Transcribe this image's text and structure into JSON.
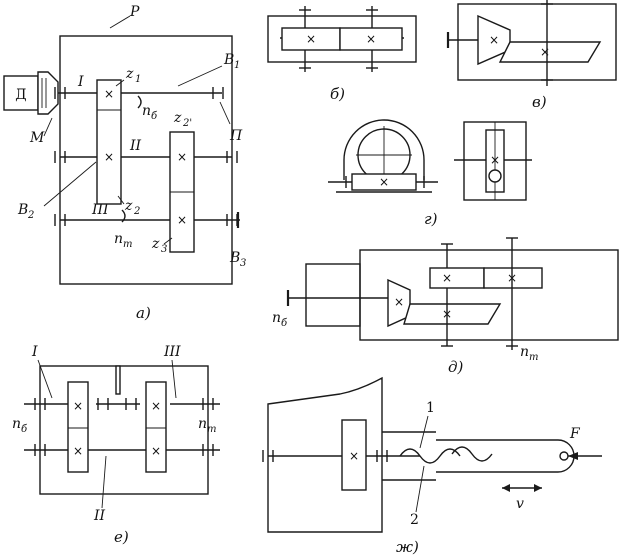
{
  "a": {
    "label_P": "P",
    "label_D": "Д",
    "label_M": "M",
    "label_I": "I",
    "label_II": "II",
    "label_III": "III",
    "label_Pi": "П",
    "label_B1": "B",
    "label_B1_sub": "1",
    "label_B2": "B",
    "label_B2_sub": "2",
    "label_B3": "B",
    "label_B3_sub": "3",
    "label_z1": "z",
    "label_z1_sub": "1",
    "label_z2": "z",
    "label_z2_sub": "2",
    "label_z2p": "z",
    "label_z2p_sub": "2'",
    "label_z3": "z",
    "label_z3_sub": "3",
    "label_nb": "n",
    "label_nb_sub": "б",
    "label_nt": "n",
    "label_nt_sub": "т",
    "caption": "а)"
  },
  "b": {
    "caption": "б)"
  },
  "v": {
    "caption": "в)"
  },
  "g": {
    "caption": "г)"
  },
  "d": {
    "label_nb": "n",
    "label_nb_sub": "б",
    "label_nt": "n",
    "label_nt_sub": "т",
    "caption": "д)"
  },
  "e": {
    "label_I": "I",
    "label_II": "II",
    "label_III": "III",
    "label_nb": "n",
    "label_nb_sub": "б",
    "label_nt": "n",
    "label_nt_sub": "т",
    "caption": "е)"
  },
  "zh": {
    "label_1": "1",
    "label_2": "2",
    "label_F": "F",
    "label_v": "v",
    "caption": "ж)"
  },
  "marks": {
    "cross": "×"
  }
}
